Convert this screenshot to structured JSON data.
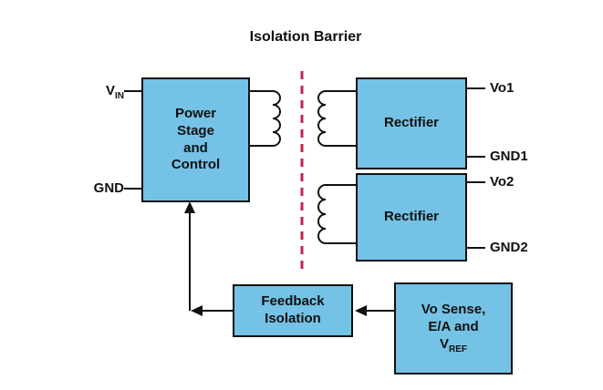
{
  "title": "Isolation Barrier",
  "colors": {
    "block_fill": "#74C2E5",
    "block_border": "#111111",
    "line": "#111111",
    "barrier": "#C3234C"
  },
  "blocks": {
    "power_stage": {
      "label_lines": [
        "Power",
        "Stage",
        "and",
        "Control"
      ]
    },
    "rectifier1": {
      "label": "Rectifier"
    },
    "rectifier2": {
      "label": "Rectifier"
    },
    "feedback": {
      "line1": "Feedback",
      "line2": "Isolation"
    },
    "vo_sense": {
      "line1": "Vo Sense,",
      "line2": "E/A and",
      "line3_base": "V",
      "line3_sub": "REF"
    }
  },
  "labels": {
    "vin_base": "V",
    "vin_sub": "IN",
    "gnd": "GND",
    "vo1": "Vo1",
    "gnd1": "GND1",
    "vo2": "Vo2",
    "gnd2": "GND2"
  }
}
